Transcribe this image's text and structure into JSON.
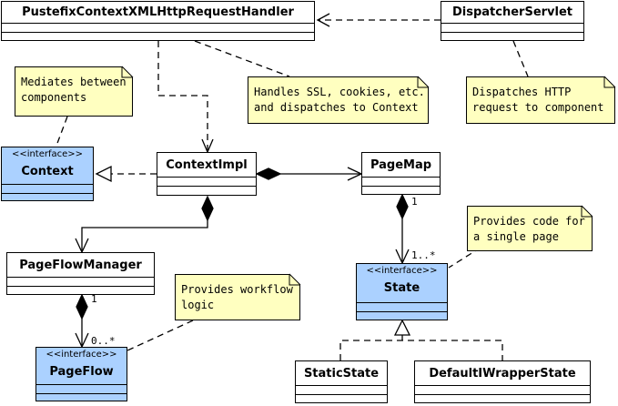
{
  "classes": {
    "handler": {
      "name": "PustefixContextXMLHttpRequestHandler"
    },
    "dispatcher": {
      "name": "DispatcherServlet"
    },
    "context": {
      "stereotype": "<<interface>>",
      "name": "Context"
    },
    "context_impl": {
      "name": "ContextImpl"
    },
    "page_map": {
      "name": "PageMap"
    },
    "page_flow_manager": {
      "name": "PageFlowManager"
    },
    "page_flow": {
      "stereotype": "<<interface>>",
      "name": "PageFlow"
    },
    "state": {
      "stereotype": "<<interface>>",
      "name": "State"
    },
    "static_state": {
      "name": "StaticState"
    },
    "default_iwrapper_state": {
      "name": "DefaultIWrapperState"
    }
  },
  "notes": {
    "mediates": {
      "line1": "Mediates between",
      "line2": "components"
    },
    "handles": {
      "line1": "Handles SSL, cookies, etc.",
      "line2": "and dispatches to Context"
    },
    "dispatches": {
      "line1": "Dispatches HTTP",
      "line2": "request to component"
    },
    "provides_code": {
      "line1": "Provides code for",
      "line2": "a single page"
    },
    "provides_workflow": {
      "line1": "Provides workflow",
      "line2": "logic"
    }
  },
  "multiplicities": {
    "pagemap_end": "1",
    "state_end": "1..*",
    "manager_end": "1",
    "pageflow_end": "0..*"
  },
  "colors": {
    "interface_fill": "#abd1ff",
    "note_fill": "#ffffc0",
    "line": "#000000"
  }
}
